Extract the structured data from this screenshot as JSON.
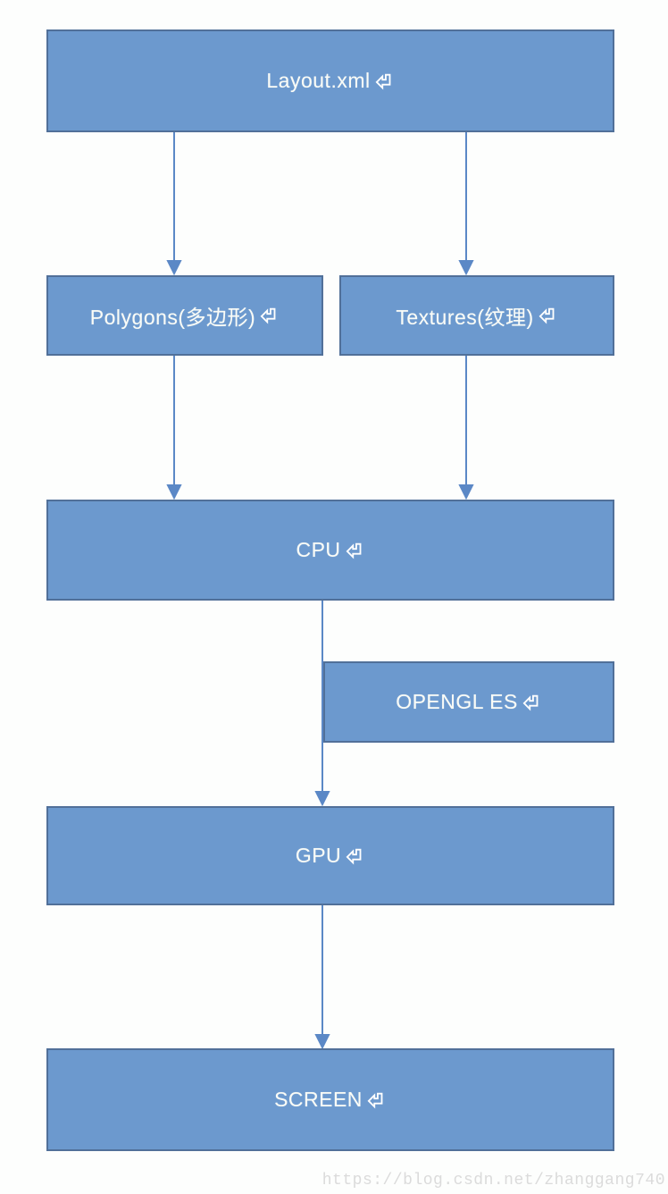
{
  "diagram": {
    "type": "flowchart",
    "nodes": {
      "layout_xml": {
        "label": "Layout.xml"
      },
      "polygons": {
        "label": "Polygons(多边形)"
      },
      "textures": {
        "label": "Textures(纹理)"
      },
      "cpu": {
        "label": "CPU"
      },
      "opengl_es": {
        "label": "OPENGL ES"
      },
      "gpu": {
        "label": "GPU"
      },
      "screen": {
        "label": "SCREEN"
      }
    },
    "edges": [
      {
        "from": "layout_xml",
        "to": "polygons"
      },
      {
        "from": "layout_xml",
        "to": "textures"
      },
      {
        "from": "polygons",
        "to": "cpu"
      },
      {
        "from": "textures",
        "to": "cpu"
      },
      {
        "from": "cpu",
        "to": "gpu",
        "via_label": "opengl_es"
      },
      {
        "from": "gpu",
        "to": "screen"
      }
    ],
    "icons": {
      "return_mark": "word-enter-paragraph-mark"
    },
    "colors": {
      "node_fill": "#6c99ce",
      "node_border": "#517099",
      "connector": "#5b88c6",
      "node_text": "#fafcf7",
      "background": "#fdfefd",
      "watermark_text": "#dbdbdb"
    }
  },
  "watermark": {
    "text": "https://blog.csdn.net/zhanggang740"
  }
}
